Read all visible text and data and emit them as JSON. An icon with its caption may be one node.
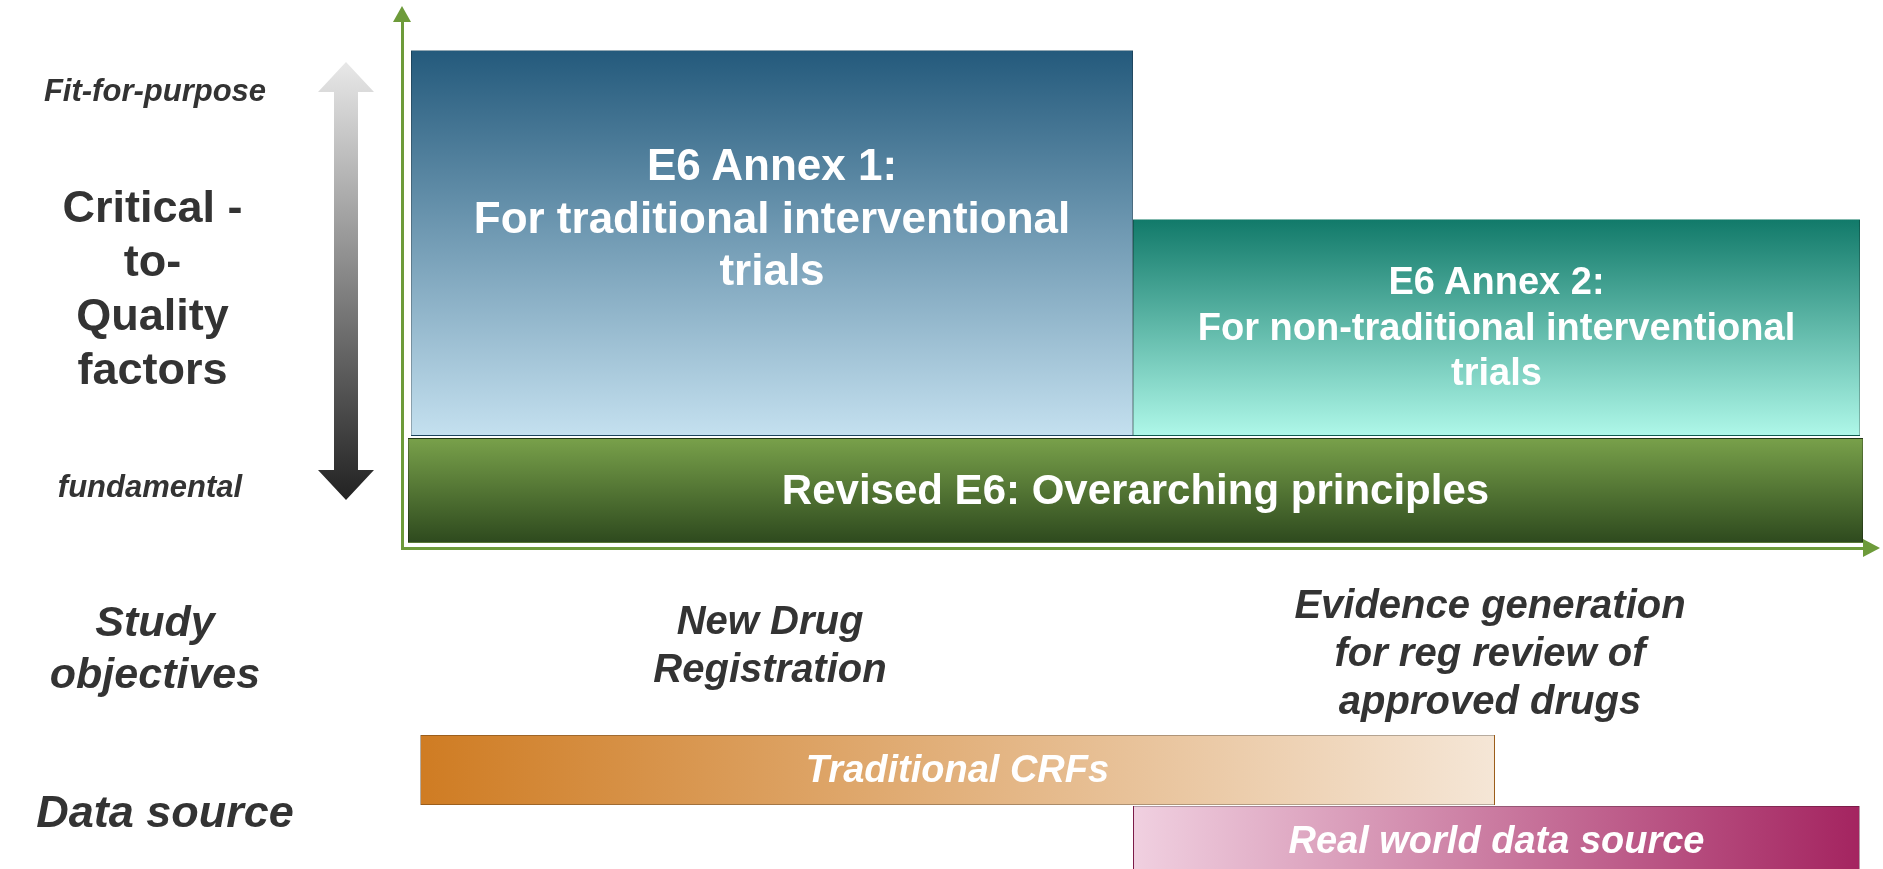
{
  "diagram": {
    "nodes": [
      {
        "text": [
          "E6 Annex 1:",
          "For traditional interventional trials"
        ]
      },
      {
        "text": [
          "E6 Annex 2:",
          "For non-traditional interventional trials"
        ]
      },
      {
        "text": [
          "Revised E6: Overarching principles"
        ]
      },
      {
        "text": [
          "Traditional CRFs"
        ]
      },
      {
        "text": [
          "Real world data source"
        ]
      }
    ],
    "labels": [
      "Fit-for-purpose",
      "Critical -to- Quality factors",
      "fundamental",
      "Study objectives",
      "New Drug Registration",
      "Evidence generation for reg review of approved drugs",
      "Data source"
    ]
  }
}
